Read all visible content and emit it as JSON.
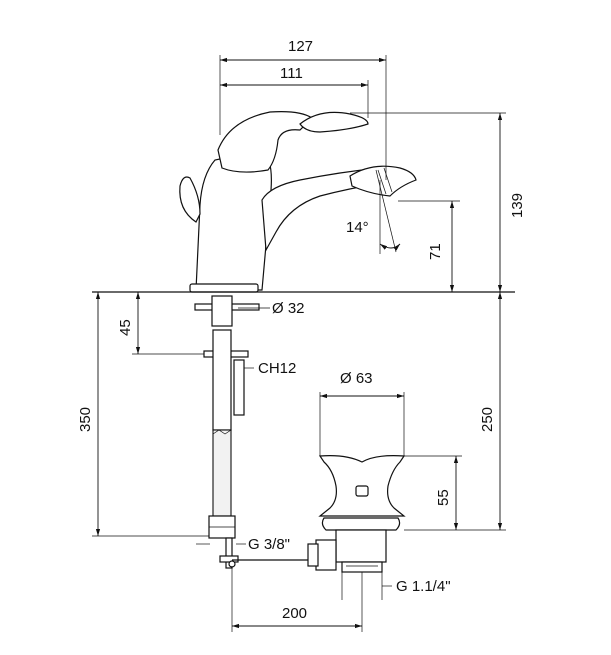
{
  "drawing": {
    "dimensions": {
      "faucet_reach_total": "127",
      "faucet_reach_spout": "111",
      "faucet_height": "139",
      "spout_height": "71",
      "spout_angle": "14°",
      "base_diameter": "Ø 32",
      "base_to_nut": "45",
      "nut_wrench_size": "CH12",
      "supply_length": "350",
      "supply_thread": "G 3/8\"",
      "drain_diameter": "Ø 63",
      "drain_height": "250",
      "drain_flange": "55",
      "drain_thread": "G 1.1/4\"",
      "rod_length": "200"
    },
    "colors": {
      "line": "#111111",
      "background": "#ffffff"
    }
  }
}
